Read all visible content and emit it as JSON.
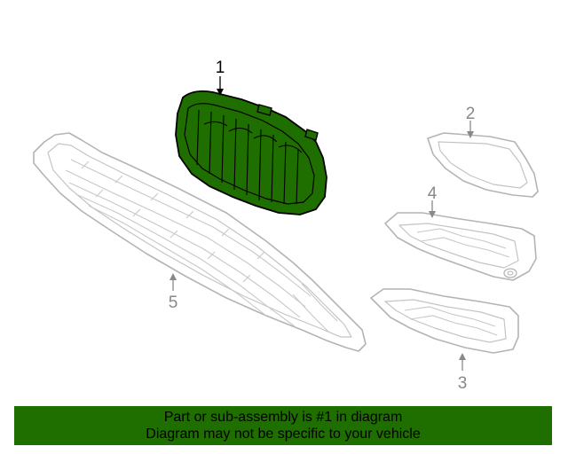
{
  "diagram": {
    "callouts": [
      {
        "id": "1",
        "label": "1"
      },
      {
        "id": "2",
        "label": "2"
      },
      {
        "id": "3",
        "label": "3"
      },
      {
        "id": "4",
        "label": "4"
      },
      {
        "id": "5",
        "label": "5"
      }
    ],
    "highlighted_part": "1",
    "colors": {
      "highlight_fill": "#1f6e00",
      "outline": "#b4b4b4",
      "banner": "#1f6e00",
      "callout_primary": "#000000",
      "callout_secondary": "#888888"
    }
  },
  "banner": {
    "line1": "Part or sub-assembly is #1 in diagram",
    "line2": "Diagram may not be specific to your vehicle"
  }
}
